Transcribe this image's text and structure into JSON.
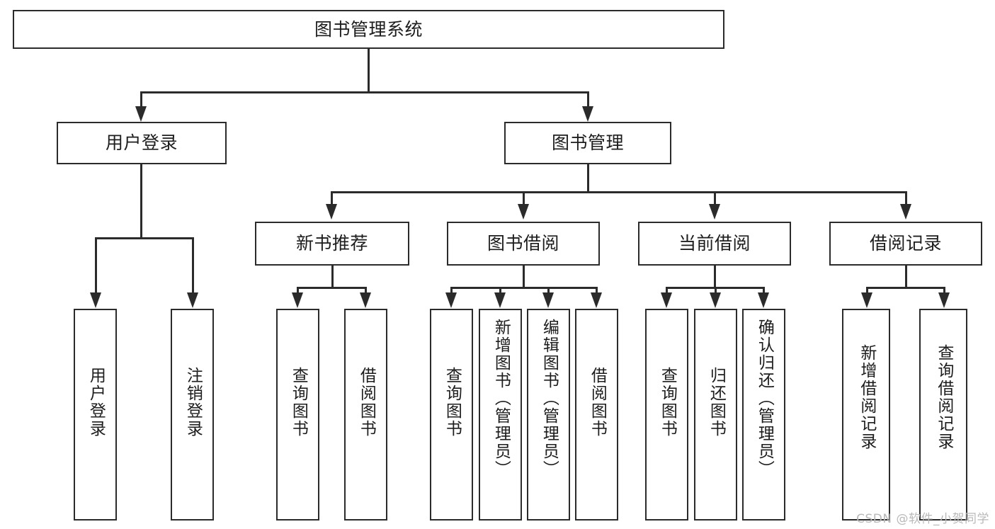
{
  "diagram": {
    "type": "tree",
    "title": "图书管理系统",
    "root": {
      "label": "图书管理系统"
    },
    "level2": [
      {
        "label": "用户登录"
      },
      {
        "label": "图书管理"
      }
    ],
    "level3": [
      {
        "label": "新书推荐"
      },
      {
        "label": "图书借阅"
      },
      {
        "label": "当前借阅"
      },
      {
        "label": "借阅记录"
      }
    ],
    "leaves": {
      "user_login": [
        {
          "label": "用户登录"
        },
        {
          "label": "注销登录"
        }
      ],
      "new_book": [
        {
          "label": "查询图书"
        },
        {
          "label": "借阅图书"
        }
      ],
      "book_borrow": [
        {
          "label": "查询图书"
        },
        {
          "label": "新增图书（管理员）"
        },
        {
          "label": "编辑图书（管理员）"
        },
        {
          "label": "借阅图书"
        }
      ],
      "current_borrow": [
        {
          "label": "查询图书"
        },
        {
          "label": "归还图书"
        },
        {
          "label": "确认归还（管理员）"
        }
      ],
      "borrow_record": [
        {
          "label": "新增借阅记录"
        },
        {
          "label": "查询借阅记录"
        }
      ]
    }
  },
  "watermark": {
    "text": "CSDN @软件_小贺同学"
  },
  "colors": {
    "stroke": "#2b2b2b",
    "background": "#ffffff",
    "text": "#1d1d1d",
    "watermark": "#b9b9b9"
  }
}
